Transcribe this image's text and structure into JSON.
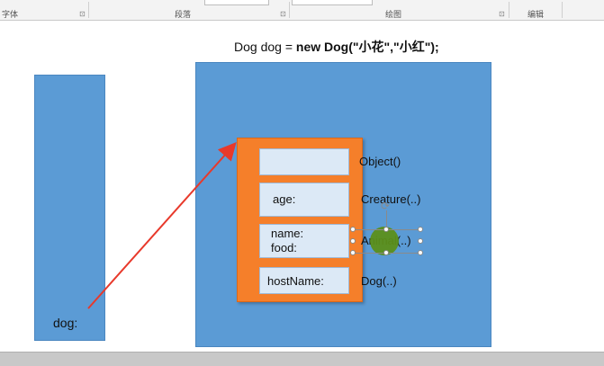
{
  "ribbon": {
    "group_font": "字体",
    "group_paragraph": "段落",
    "group_drawing": "绘图",
    "group_edit": "编辑",
    "launcher_icon": "dialog-launcher-icon"
  },
  "slide": {
    "statement_plain": "Dog dog = ",
    "statement_bold": "new Dog(",
    "statement_args": "\"小花\",\"小红\"",
    "statement_end": ");",
    "stack_label": "dog:",
    "slots": {
      "object": "",
      "creature": "age:",
      "animal_line1": "name:",
      "animal_line2": "food:",
      "dog": "hostName:"
    },
    "class_labels": {
      "object": "Object()",
      "creature": "Creature(..)",
      "animal": "Animal(..)",
      "dog": "Dog(..)"
    },
    "colors": {
      "stack": "#5b9bd5",
      "heap": "#5b9bd5",
      "object_box": "#f57f2a",
      "slot": "#dce9f6",
      "arrow": "#e8392b",
      "selection_dot": "#5c8f1a"
    }
  }
}
